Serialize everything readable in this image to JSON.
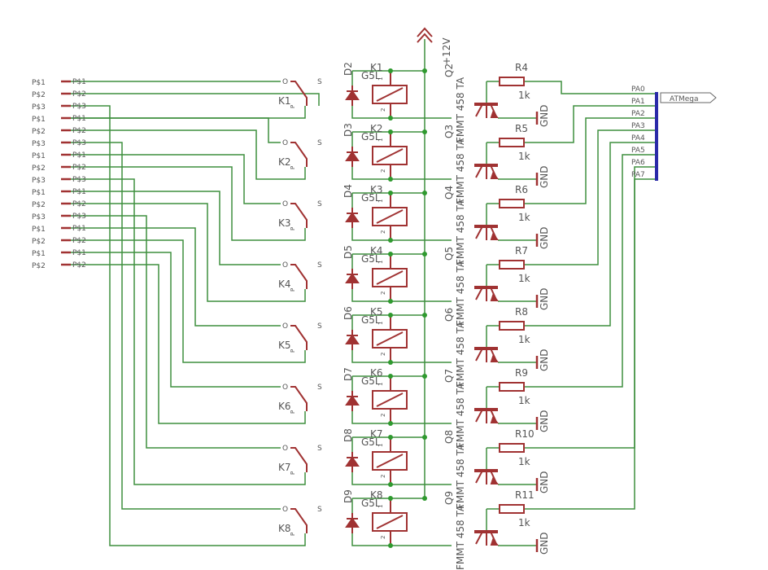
{
  "supply_label": "+12V",
  "bus_label": "ATMega",
  "bus_pins": [
    "PA0",
    "PA1",
    "PA2",
    "PA3",
    "PA4",
    "PA5",
    "PA6",
    "PA7"
  ],
  "pad_labels": [
    "P$1",
    "P$2",
    "P$3",
    "P$1",
    "P$2",
    "P$3",
    "P$1",
    "P$2",
    "P$3",
    "P$1",
    "P$2",
    "P$3",
    "P$1",
    "P$2",
    "P$1",
    "P$2"
  ],
  "contact_labels": {
    "open": "O",
    "switched": "S",
    "pole": "P"
  },
  "coil_pins": [
    "1",
    "2"
  ],
  "relays": [
    {
      "k": "K1",
      "diode": "D2",
      "coil": "G5L",
      "q": "Q2",
      "trans": "FMMT 458 TA",
      "r": "R4",
      "rv": "1k",
      "gnd": "GND"
    },
    {
      "k": "K2",
      "diode": "D3",
      "coil": "G5L",
      "q": "Q3",
      "trans": "FMMT 458 TA",
      "r": "R5",
      "rv": "1k",
      "gnd": "GND"
    },
    {
      "k": "K3",
      "diode": "D4",
      "coil": "G5L",
      "q": "Q4",
      "trans": "FMMT 458 TA",
      "r": "R6",
      "rv": "1k",
      "gnd": "GND"
    },
    {
      "k": "K4",
      "diode": "D5",
      "coil": "G5L",
      "q": "Q5",
      "trans": "FMMT 458 TA",
      "r": "R7",
      "rv": "1k",
      "gnd": "GND"
    },
    {
      "k": "K5",
      "diode": "D6",
      "coil": "G5L",
      "q": "Q6",
      "trans": "FMMT 458 TA",
      "r": "R8",
      "rv": "1k",
      "gnd": "GND"
    },
    {
      "k": "K6",
      "diode": "D7",
      "coil": "G5L",
      "q": "Q7",
      "trans": "FMMT 458 TA",
      "r": "R9",
      "rv": "1k",
      "gnd": "GND"
    },
    {
      "k": "K7",
      "diode": "D8",
      "coil": "G5L",
      "q": "Q8",
      "trans": "FMMT 458 TA",
      "r": "R10",
      "rv": "1k",
      "gnd": "GND"
    },
    {
      "k": "K8",
      "diode": "D9",
      "coil": "G5L",
      "q": "Q9",
      "trans": "FMMT 458 TA",
      "r": "R11",
      "rv": "1k",
      "gnd": "GND"
    }
  ],
  "colors": {
    "wire": "#3f8f3f",
    "part": "#a03232",
    "bus": "#2a2aa8",
    "junction": "#2f9a2f",
    "text": "#555555"
  }
}
